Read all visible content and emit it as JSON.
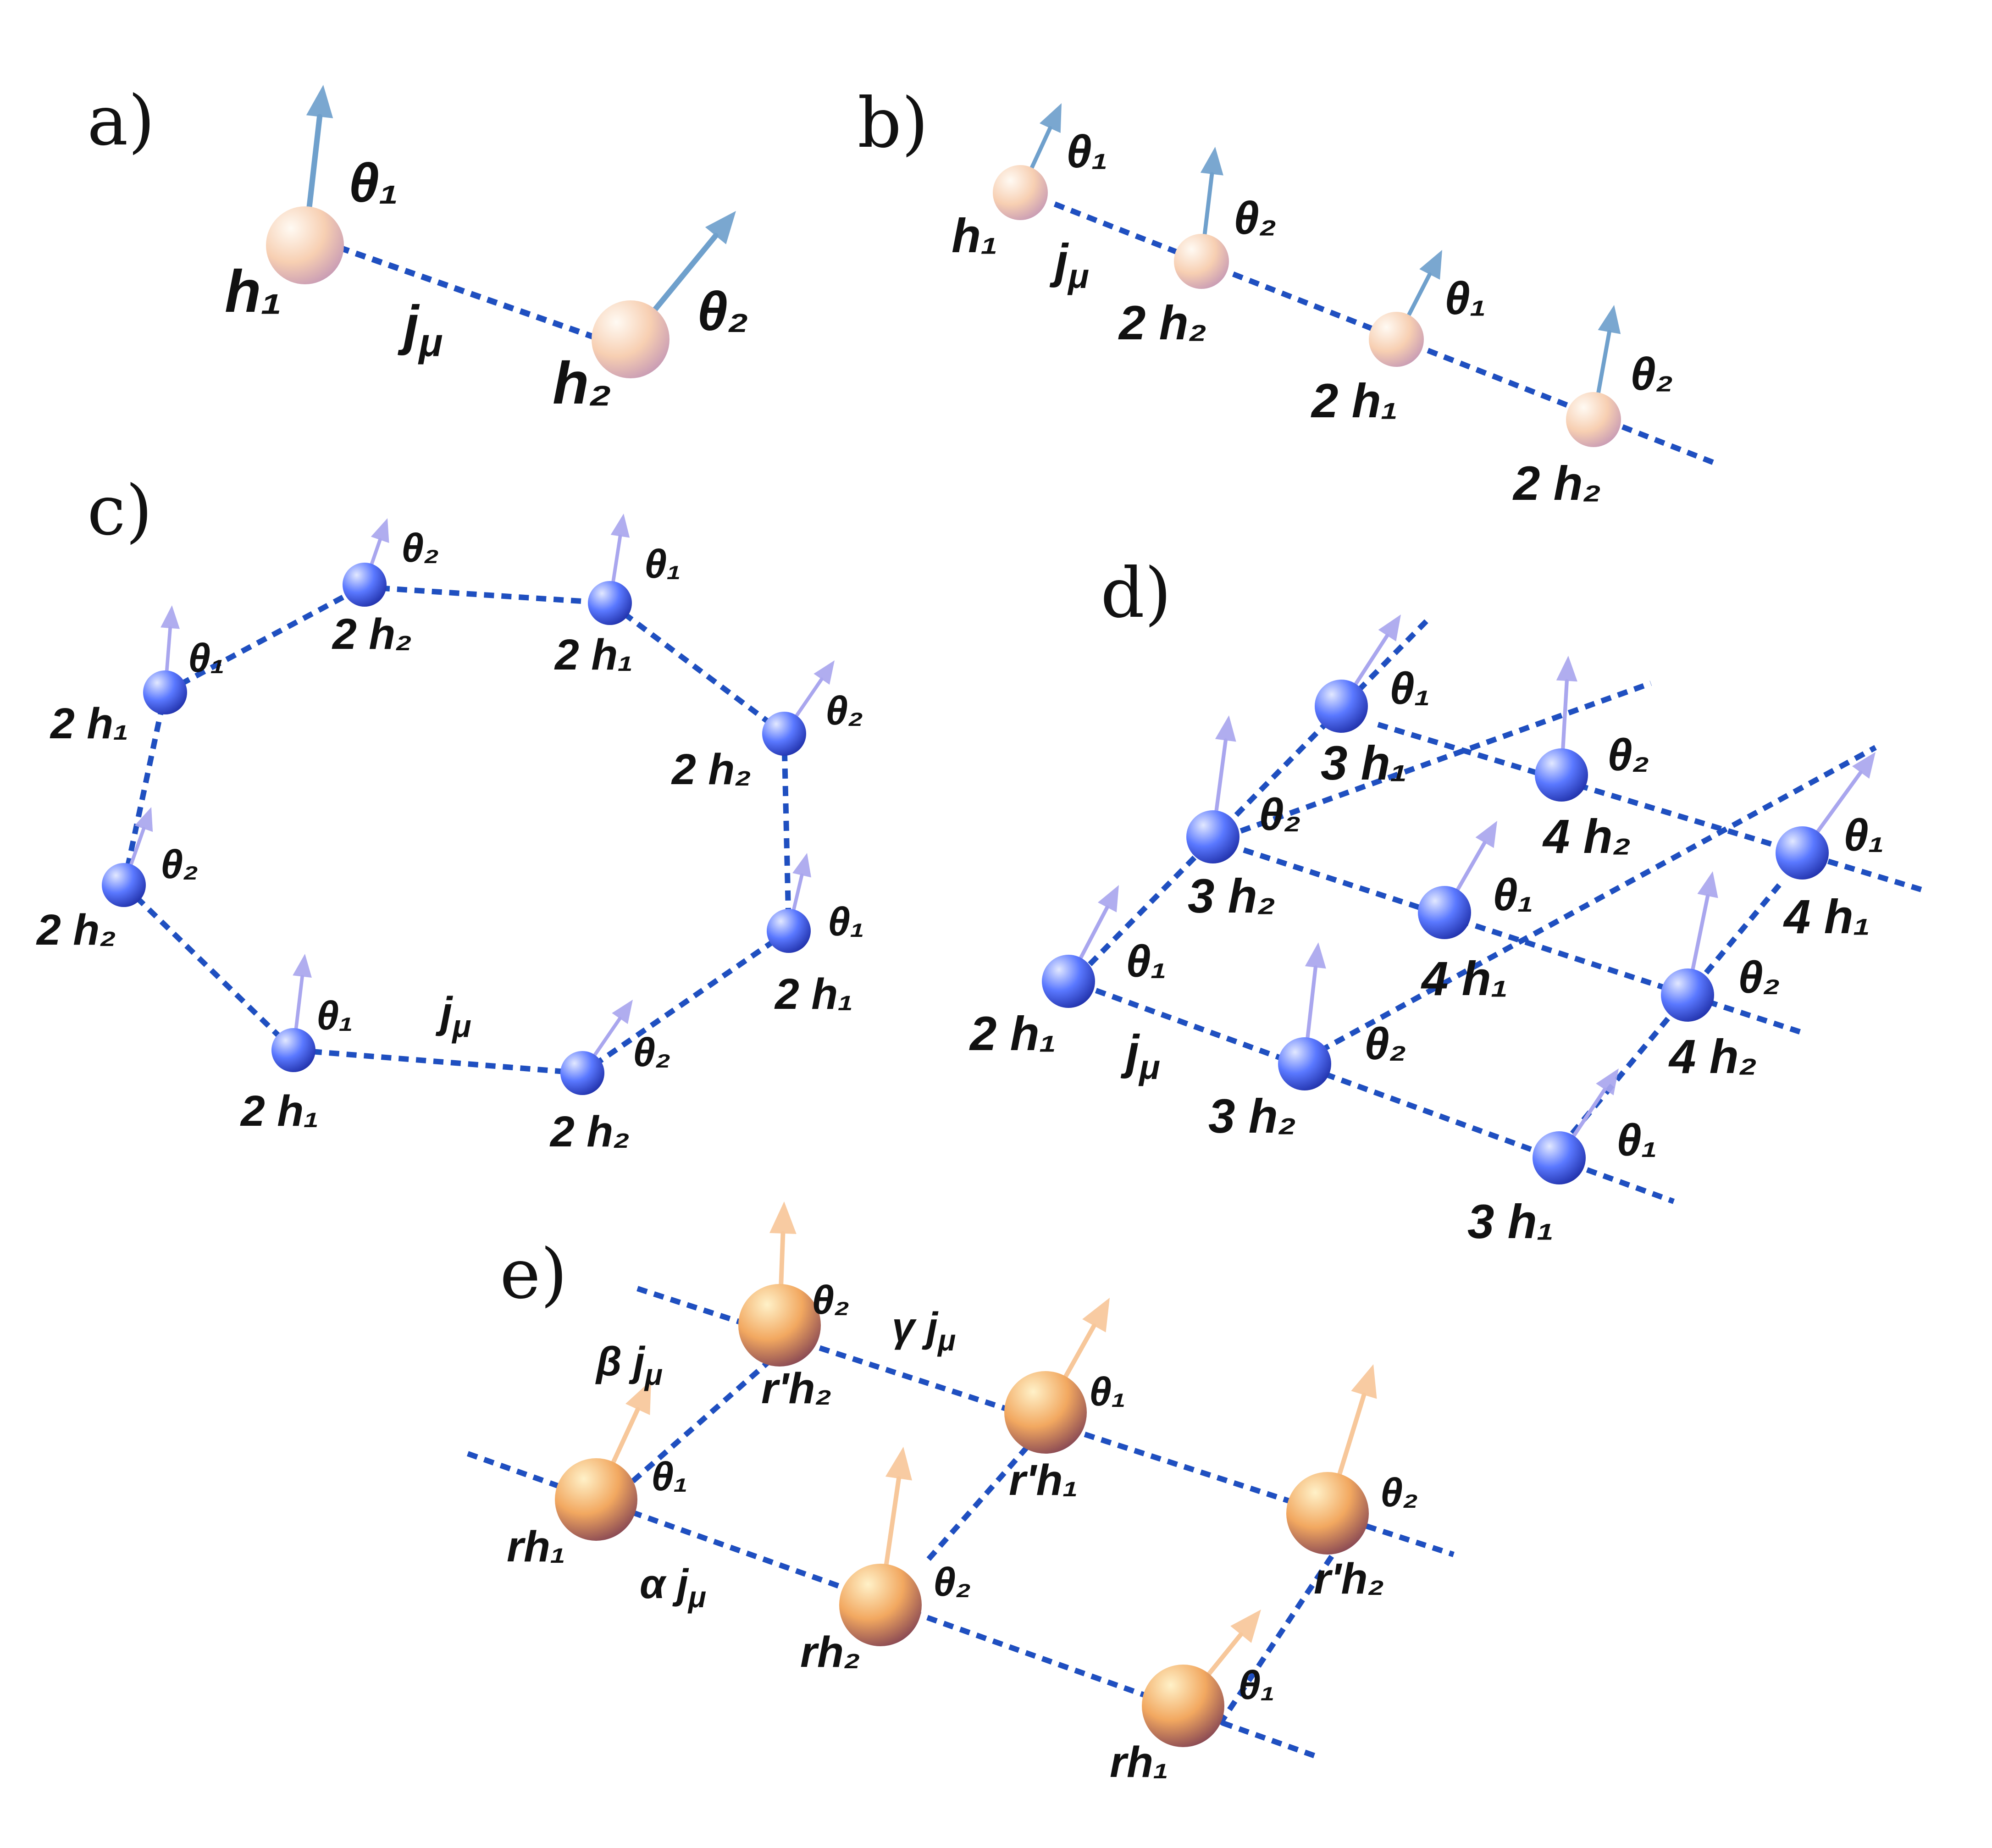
{
  "panels": [
    {
      "id": "a",
      "label": "a)",
      "theme": "peach",
      "arrow_color": "#6fa0cc",
      "sites": [
        {
          "name": "site-a-1",
          "label": "h₁",
          "angle": "θ₁"
        },
        {
          "name": "site-a-2",
          "label": "h₂",
          "angle": "θ₂"
        }
      ],
      "bond_labels": [
        "j_μ"
      ]
    },
    {
      "id": "b",
      "label": "b)",
      "theme": "peach",
      "arrow_color": "#6fa0cc",
      "sites": [
        {
          "name": "site-b-1",
          "label": "h₁",
          "angle": "θ₁"
        },
        {
          "name": "site-b-2",
          "label": "2 h₂",
          "angle": "θ₂"
        },
        {
          "name": "site-b-3",
          "label": "2 h₁",
          "angle": "θ₁"
        },
        {
          "name": "site-b-4",
          "label": "2 h₂",
          "angle": "θ₂"
        }
      ],
      "bond_labels": [
        "j_μ"
      ]
    },
    {
      "id": "c",
      "label": "c)",
      "theme": "blue",
      "arrow_color": "#a9a6ee",
      "sites": [
        {
          "name": "site-c-1",
          "label": "2 h₁",
          "angle": "θ₁"
        },
        {
          "name": "site-c-2",
          "label": "2 h₂",
          "angle": "θ₂"
        },
        {
          "name": "site-c-3",
          "label": "2 h₁",
          "angle": "θ₁"
        },
        {
          "name": "site-c-4",
          "label": "2 h₂",
          "angle": "θ₂"
        },
        {
          "name": "site-c-5",
          "label": "2 h₁",
          "angle": "θ₁"
        },
        {
          "name": "site-c-6",
          "label": "2 h₂",
          "angle": "θ₂"
        },
        {
          "name": "site-c-7",
          "label": "2 h₁",
          "angle": "θ₁"
        },
        {
          "name": "site-c-8",
          "label": "2 h₂",
          "angle": "θ₂"
        }
      ],
      "bond_labels": [
        "j_μ"
      ]
    },
    {
      "id": "d",
      "label": "d)",
      "theme": "blue",
      "arrow_color": "#a9a6ee",
      "sites": [
        {
          "name": "site-d-1",
          "label": "3 h₁",
          "angle": "θ₁"
        },
        {
          "name": "site-d-2",
          "label": "4 h₂",
          "angle": "θ₂"
        },
        {
          "name": "site-d-3",
          "label": "4 h₁",
          "angle": "θ₁"
        },
        {
          "name": "site-d-4",
          "label": "3 h₂",
          "angle": "θ₂"
        },
        {
          "name": "site-d-5",
          "label": "4 h₁",
          "angle": "θ₁"
        },
        {
          "name": "site-d-6",
          "label": "4 h₂",
          "angle": "θ₂"
        },
        {
          "name": "site-d-7",
          "label": "2 h₁",
          "angle": "θ₁"
        },
        {
          "name": "site-d-8",
          "label": "3 h₂",
          "angle": "θ₂"
        },
        {
          "name": "site-d-9",
          "label": "3 h₁",
          "angle": "θ₁"
        }
      ],
      "bond_labels": [
        "j_μ"
      ]
    },
    {
      "id": "e",
      "label": "e)",
      "theme": "orange",
      "arrow_color": "#f7c79a",
      "sites": [
        {
          "name": "site-e-1",
          "label": "r'h₂",
          "angle": "θ₂"
        },
        {
          "name": "site-e-2",
          "label": "r'h₁",
          "angle": "θ₁"
        },
        {
          "name": "site-e-3",
          "label": "r'h₂",
          "angle": "θ₂"
        },
        {
          "name": "site-e-4",
          "label": "rh₁",
          "angle": "θ₁"
        },
        {
          "name": "site-e-5",
          "label": "rh₂",
          "angle": "θ₂"
        },
        {
          "name": "site-e-6",
          "label": "rh₁",
          "angle": "θ₁"
        }
      ],
      "bond_labels": [
        "γ j_μ",
        "β j_μ",
        "α j_μ"
      ]
    }
  ],
  "colors": {
    "bond": "#1f4fc0",
    "peach_sphere": [
      "#fffaf3",
      "#f7cfb2",
      "#c79ab4"
    ],
    "blue_sphere": [
      "#e2e8ff",
      "#5a78ff",
      "#1f2fa8"
    ],
    "orange_sphere": [
      "#fff1c8",
      "#f2a860",
      "#7a3b52"
    ]
  }
}
